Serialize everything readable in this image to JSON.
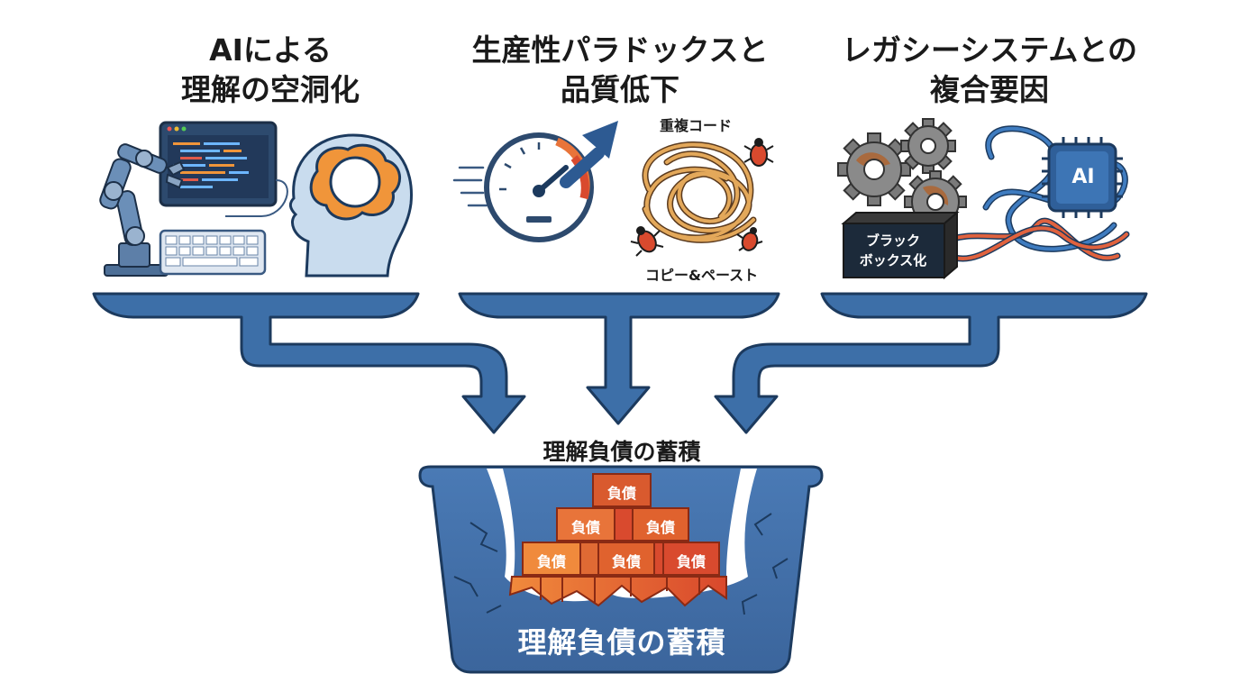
{
  "columns": [
    {
      "title_line1": "AIによる",
      "title_line2": "理解の空洞化"
    },
    {
      "title_line1": "生産性パラドックスと",
      "title_line2": "品質低下",
      "label_duplicate": "重複コード",
      "label_copypaste": "コピー&ペースト"
    },
    {
      "title_line1": "レガシーシステムとの",
      "title_line2": "複合要因",
      "blackbox_line1": "ブラック",
      "blackbox_line2": "ボックス化",
      "chip_label": "AI"
    }
  ],
  "convergence_label": "理解負債の蓄積",
  "container_label": "理解負債の蓄積",
  "debt_blocks": [
    "負債",
    "負債",
    "負債",
    "負債",
    "負債",
    "負債"
  ],
  "colors": {
    "flow_blue": "#3d6fa8",
    "flow_outline": "#1c3a5e",
    "debt_orange": "#e8743a",
    "debt_red": "#d94a2e",
    "brain_orange": "#f0953a"
  }
}
